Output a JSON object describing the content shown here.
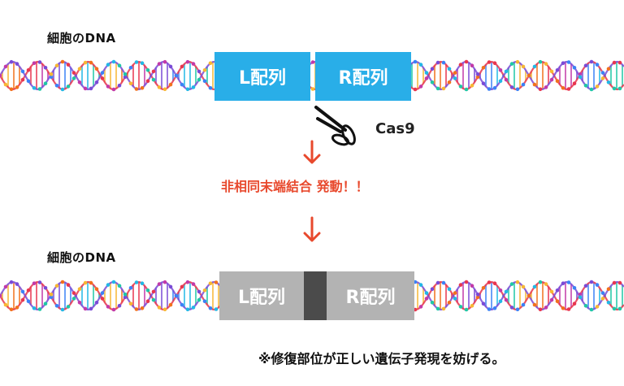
{
  "top": {
    "label": "細胞のDNA",
    "left_seq": "L配列",
    "right_seq": "R配列"
  },
  "cas": {
    "label": "Cas9"
  },
  "process": {
    "label": "非相同末端結合 発動！！"
  },
  "bottom": {
    "label": "細胞のDNA",
    "left_seq": "L配列",
    "right_seq": "R配列"
  },
  "note": "※修復部位が正しい遺伝子発現を妨げる。",
  "colors": {
    "sequence_blue": "#29aee8",
    "sequence_gray": "#b3b3b3",
    "junction": "#4b4b4b",
    "arrow_red": "#e8492d"
  },
  "icons": [
    "scissors-icon",
    "down-arrow-icon",
    "dna-helix-icon"
  ]
}
